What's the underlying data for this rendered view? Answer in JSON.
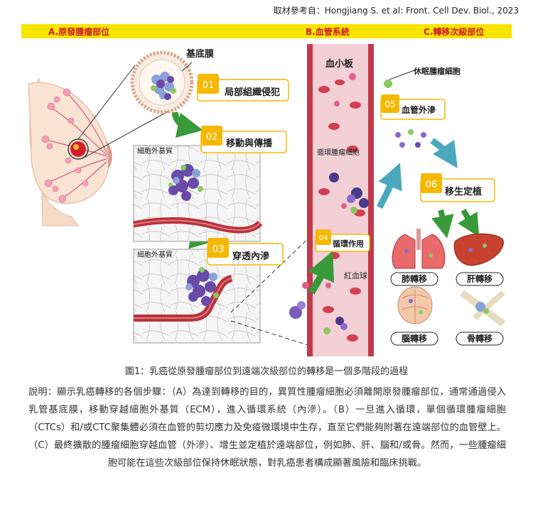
{
  "source": "取材參考自：Hongjiang S. et al: Front. Cell Dev. Biol., 2023",
  "sections": {
    "a": "A.原發腫瘤部位",
    "b": "B.血管系統",
    "c": "C.轉移次級部位"
  },
  "labels": {
    "basement_membrane": "基底膜",
    "ecm_1": "細胞外基質",
    "ecm_2": "細胞外基質",
    "platelet": "血小板",
    "ctc": "循環腫瘤細胞",
    "rbc": "紅血球",
    "dormant": "休眠腫瘤細胞"
  },
  "steps": [
    {
      "num": "01",
      "text": "局部組織侵犯"
    },
    {
      "num": "02",
      "text": "移動與傳播"
    },
    {
      "num": "03",
      "text": "穿透內滲"
    },
    {
      "num": "04",
      "text": "循環作用"
    },
    {
      "num": "05",
      "text": "血管外滲"
    },
    {
      "num": "06",
      "text": "移生定植"
    }
  ],
  "organs": {
    "lung": "肺轉移",
    "liver": "肝轉移",
    "brain": "腦轉移",
    "bone": "骨轉移"
  },
  "colors": {
    "band": "#f7e400",
    "section_text": "#d11b2b",
    "badge": "#f5b800",
    "vessel": "#b8323a",
    "arrow_green": "#3a9a3a",
    "arrow_teal": "#3a9ab0"
  },
  "caption": "圖1：乳癌從原發腫瘤部位到遠端次級部位的轉移是一個多階段的過程",
  "description": "說明：顯示乳癌轉移的各個步驟：（A）為達到轉移的目的，異質性腫瘤細胞必須離開原發腫瘤部位，通常通過侵入乳管基底膜，移動穿越細胞外基質（ECM），進入循環系統（內滲）。（B）一旦進入循環，單個循環腫瘤細胞（CTCs）和/或CTC聚集體必須在血管的剪切應力及免疫微環境中生存，直至它們能夠附著在遠端部位的血管壁上。（C）最終擴散的腫瘤細胞穿越血管（外滲）、增生並定植於遠端部位，例如肺、肝、腦和/或骨。然而，一些腫瘤細胞可能在這些次級部位保持休眠狀態，對乳癌患者構成顯著風險和臨床挑戰。"
}
